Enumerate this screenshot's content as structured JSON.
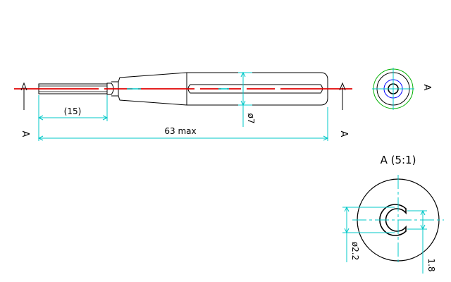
{
  "drawing": {
    "colors": {
      "outline": "#000000",
      "dimension": "#00c8c8",
      "centerline": "#e00000",
      "circle_green": "#00b000",
      "circle_blue": "#0000ff"
    },
    "labels": {
      "section_left": "A",
      "section_right": "A",
      "section_end_view": "A",
      "dim_tip_length": "(15)",
      "dim_total_length": "63 max",
      "dim_diameter_main": "ø7",
      "detail_title": "A (5:1)",
      "dim_slot_diameter": "ø2.2",
      "dim_slot_width": "1.8"
    }
  }
}
